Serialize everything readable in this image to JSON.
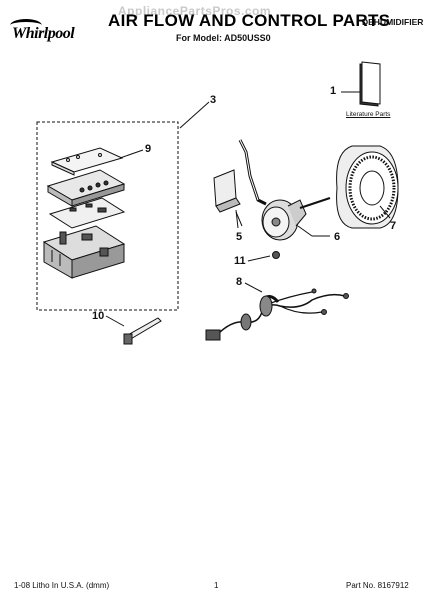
{
  "brand": "Whirlpool",
  "watermark": "AppliancePartsPros.com",
  "title": "AIR FLOW AND CONTROL PARTS",
  "model_label": "For Model: AD50USS0",
  "category": "DEHUMIDIFIER",
  "literature_label": "Literature Parts",
  "callouts": {
    "c1": "1",
    "c3": "3",
    "c5": "5",
    "c6": "6",
    "c7": "7",
    "c8": "8",
    "c9": "9",
    "c10": "10",
    "c11": "11"
  },
  "footer": {
    "left": "1-08 Litho In U.S.A. (dmm)",
    "center": "1",
    "right": "Part No. 8167912"
  }
}
